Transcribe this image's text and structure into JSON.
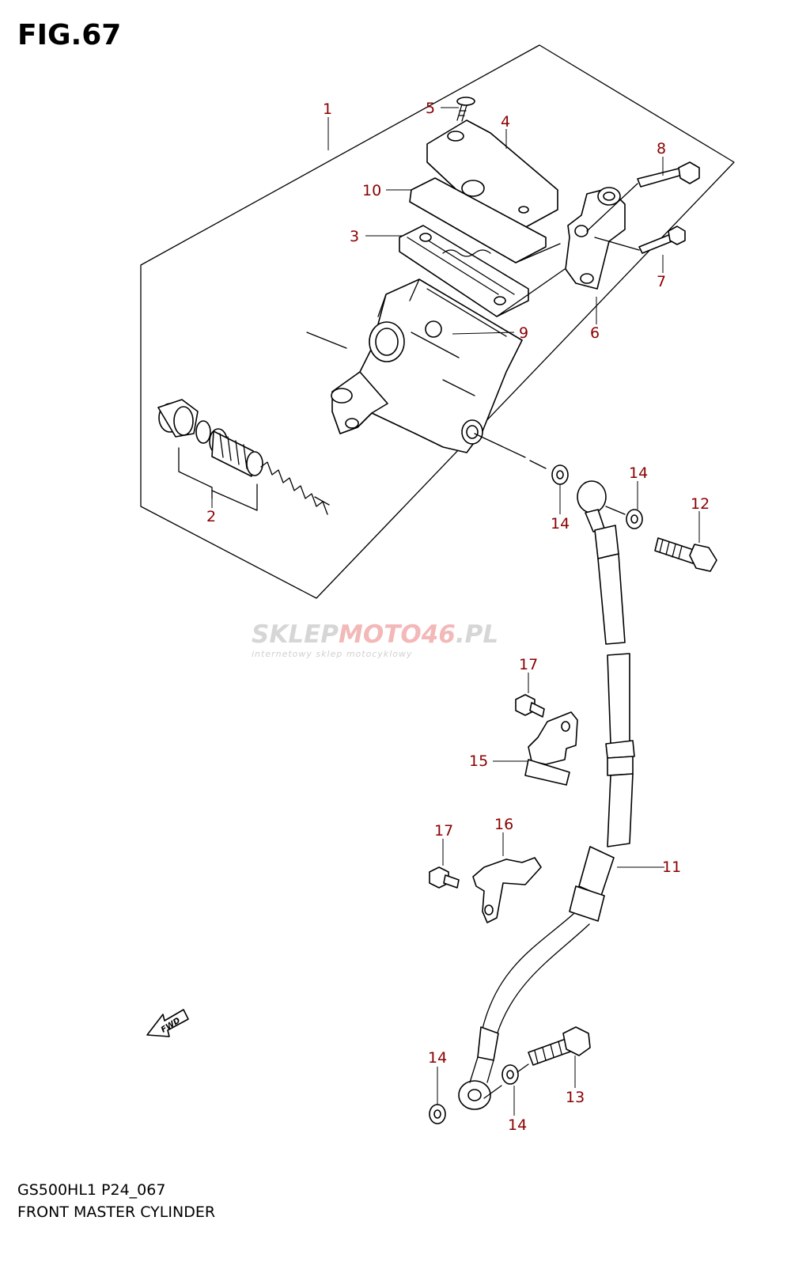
{
  "figure": {
    "title": "FIG.67",
    "model_code": "GS500HL1 P24_067",
    "diagram_title": "FRONT MASTER CYLINDER"
  },
  "watermark": {
    "brand_prefix": "SKLEP",
    "brand_accent": "MOTO46",
    "brand_suffix": ".PL",
    "tagline": "internetowy sklep motocyklowy",
    "accent_color": "#f3b8b8",
    "gray_color": "#d6d6d6"
  },
  "direction_arrow": {
    "label": "FWD"
  },
  "callouts": {
    "c1": "1",
    "c2": "2",
    "c3": "3",
    "c4": "4",
    "c5": "5",
    "c6": "6",
    "c7": "7",
    "c8": "8",
    "c9": "9",
    "c10": "10",
    "c11": "11",
    "c12": "12",
    "c13": "13",
    "c14a": "14",
    "c14b": "14",
    "c14c": "14",
    "c14d": "14",
    "c15": "15",
    "c16": "16",
    "c17a": "17",
    "c17b": "17"
  },
  "colors": {
    "callout_text": "#8b0000",
    "line": "#000000",
    "background": "#ffffff"
  }
}
